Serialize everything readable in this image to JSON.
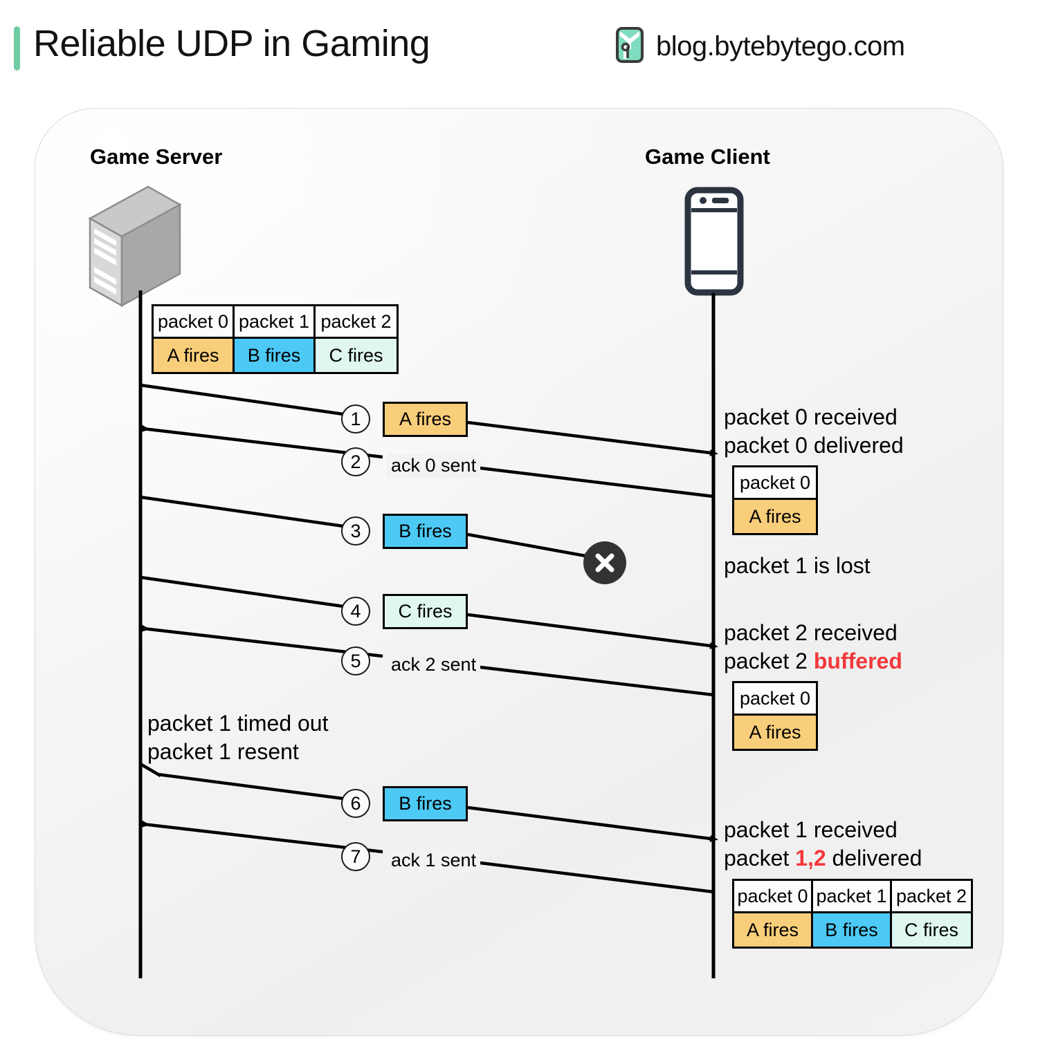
{
  "header": {
    "title": "Reliable UDP in Gaming",
    "brand": "blog.bytebytego.com",
    "accent_color": "#6FCBA4"
  },
  "lanes": {
    "server_label": "Game Server",
    "client_label": "Game Client"
  },
  "colors": {
    "packet_a": "#F9CE7A",
    "packet_b": "#4DC9F6",
    "packet_c": "#DFF7F0",
    "highlight_red": "#F4383C",
    "loss_marker": "#333333"
  },
  "server_buffer": {
    "headers": [
      "packet 0",
      "packet 1",
      "packet 2"
    ],
    "values": [
      "A fires",
      "B fires",
      "C fires"
    ]
  },
  "steps": [
    {
      "num": "1",
      "label": "A fires",
      "kind": "box",
      "fill": "yellow",
      "direction": "to-client"
    },
    {
      "num": "2",
      "label": "ack 0 sent",
      "kind": "text",
      "fill": "none",
      "direction": "to-server"
    },
    {
      "num": "3",
      "label": "B fires",
      "kind": "box",
      "fill": "blue",
      "direction": "lost"
    },
    {
      "num": "4",
      "label": "C fires",
      "kind": "box",
      "fill": "mint",
      "direction": "to-client"
    },
    {
      "num": "5",
      "label": "ack 2 sent",
      "kind": "text",
      "fill": "none",
      "direction": "to-server"
    },
    {
      "num": "6",
      "label": "B fires",
      "kind": "box",
      "fill": "blue",
      "direction": "to-client"
    },
    {
      "num": "7",
      "label": "ack 1 sent",
      "kind": "text",
      "fill": "none",
      "direction": "to-server"
    }
  ],
  "server_notes": {
    "timeout_line1": "packet 1 timed out",
    "timeout_line2": "packet 1 resent"
  },
  "client_notes": {
    "n1_line1": "packet 0 received",
    "n1_line2": "packet 0 delivered",
    "n2_line1": "packet 1 is lost",
    "n3_line1": "packet 2 received",
    "n3_line2_prefix": "packet 2 ",
    "n3_line2_hl": "buffered",
    "n4_line1": "packet 1 received",
    "n4_line2_prefix": "packet ",
    "n4_line2_hl": "1,2",
    "n4_line2_suffix": " delivered"
  },
  "client_buffers": [
    {
      "headers": [
        "packet 0"
      ],
      "values": [
        "A fires"
      ],
      "fills": [
        "yellow"
      ]
    },
    {
      "headers": [
        "packet 0"
      ],
      "values": [
        "A fires"
      ],
      "fills": [
        "yellow"
      ]
    },
    {
      "headers": [
        "packet 0",
        "packet 1",
        "packet 2"
      ],
      "values": [
        "A fires",
        "B fires",
        "C fires"
      ],
      "fills": [
        "yellow",
        "blue",
        "mint"
      ]
    }
  ],
  "icons": {
    "server": "server-icon",
    "phone": "phone-icon",
    "loss": "packet-loss-x-icon",
    "logo": "bytebytego-logo-icon"
  }
}
